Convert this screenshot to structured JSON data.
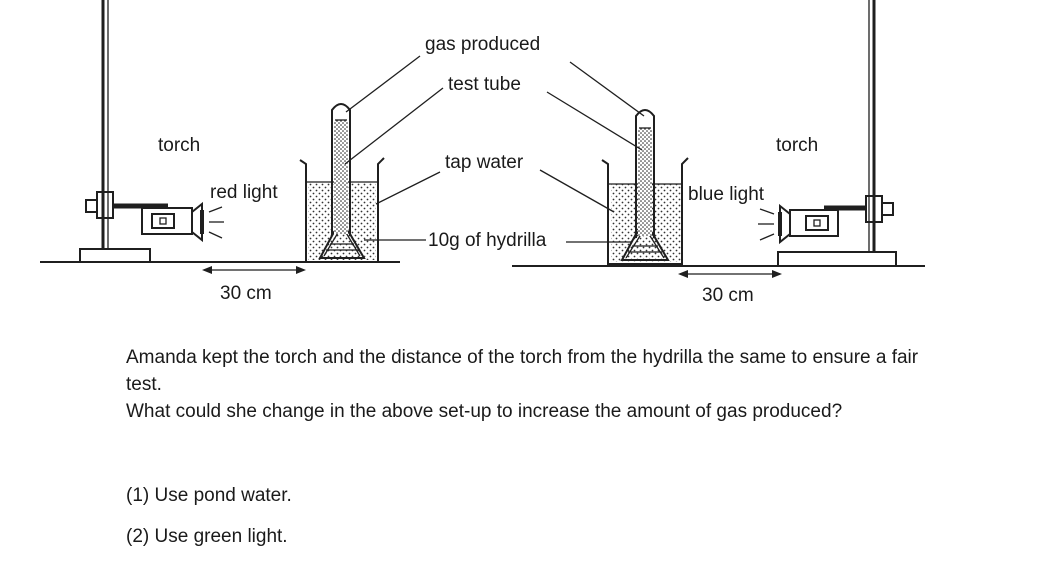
{
  "diagram": {
    "labels": {
      "gas_produced": "gas produced",
      "test_tube": "test tube",
      "torch_left": "torch",
      "torch_right": "torch",
      "red_light": "red light",
      "blue_light": "blue light",
      "tap_water": "tap water",
      "hydrilla": "10g of hydrilla",
      "distance_left": "30 cm",
      "distance_right": "30 cm"
    }
  },
  "question": {
    "sentence_1": "Amanda kept the torch and the distance of the torch from the hydrilla the same to ensure a fair test.",
    "sentence_2": "What could she change in the above set-up to increase the amount of gas produced?"
  },
  "options": [
    {
      "label": "(1) Use pond water."
    },
    {
      "label": "(2) Use green light."
    }
  ]
}
